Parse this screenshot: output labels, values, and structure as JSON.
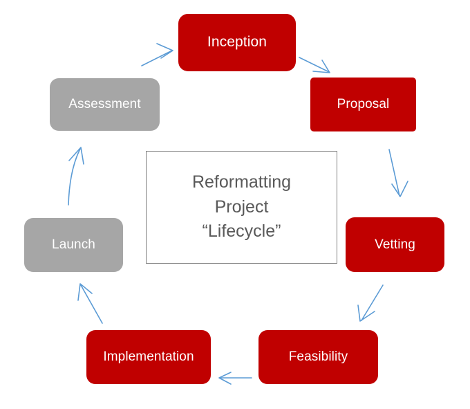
{
  "diagram": {
    "title": "Reformatting Project “Lifecycle”",
    "center": {
      "line1": "Reformatting",
      "line2": "Project",
      "line3": "“Lifecycle”",
      "border_color": "#7F7F7F",
      "text_color": "#595959"
    },
    "colors": {
      "red": "#C00000",
      "gray": "#A6A6A6",
      "arrow": "#5B9BD5",
      "label": "#FFFFFF",
      "background": "#FFFFFF"
    },
    "nodes": [
      {
        "id": "inception",
        "label": "Inception",
        "color": "red",
        "order": 1
      },
      {
        "id": "proposal",
        "label": "Proposal",
        "color": "red",
        "order": 2
      },
      {
        "id": "vetting",
        "label": "Vetting",
        "color": "red",
        "order": 3
      },
      {
        "id": "feasibility",
        "label": "Feasibility",
        "color": "red",
        "order": 4
      },
      {
        "id": "implementation",
        "label": "Implementation",
        "color": "red",
        "order": 5
      },
      {
        "id": "launch",
        "label": "Launch",
        "color": "gray",
        "order": 6
      },
      {
        "id": "assessment",
        "label": "Assessment",
        "color": "gray",
        "order": 7
      }
    ],
    "arrows": [
      {
        "id": "inception-to-proposal",
        "from": "Inception",
        "to": "Proposal"
      },
      {
        "id": "proposal-to-vetting",
        "from": "Proposal",
        "to": "Vetting"
      },
      {
        "id": "vetting-to-feasibility",
        "from": "Vetting",
        "to": "Feasibility"
      },
      {
        "id": "feasibility-to-implementation",
        "from": "Feasibility",
        "to": "Implementation"
      },
      {
        "id": "implementation-to-launch",
        "from": "Implementation",
        "to": "Launch"
      },
      {
        "id": "launch-to-assessment",
        "from": "Launch",
        "to": "Assessment"
      },
      {
        "id": "assessment-to-inception",
        "from": "Assessment",
        "to": "Inception"
      }
    ]
  }
}
